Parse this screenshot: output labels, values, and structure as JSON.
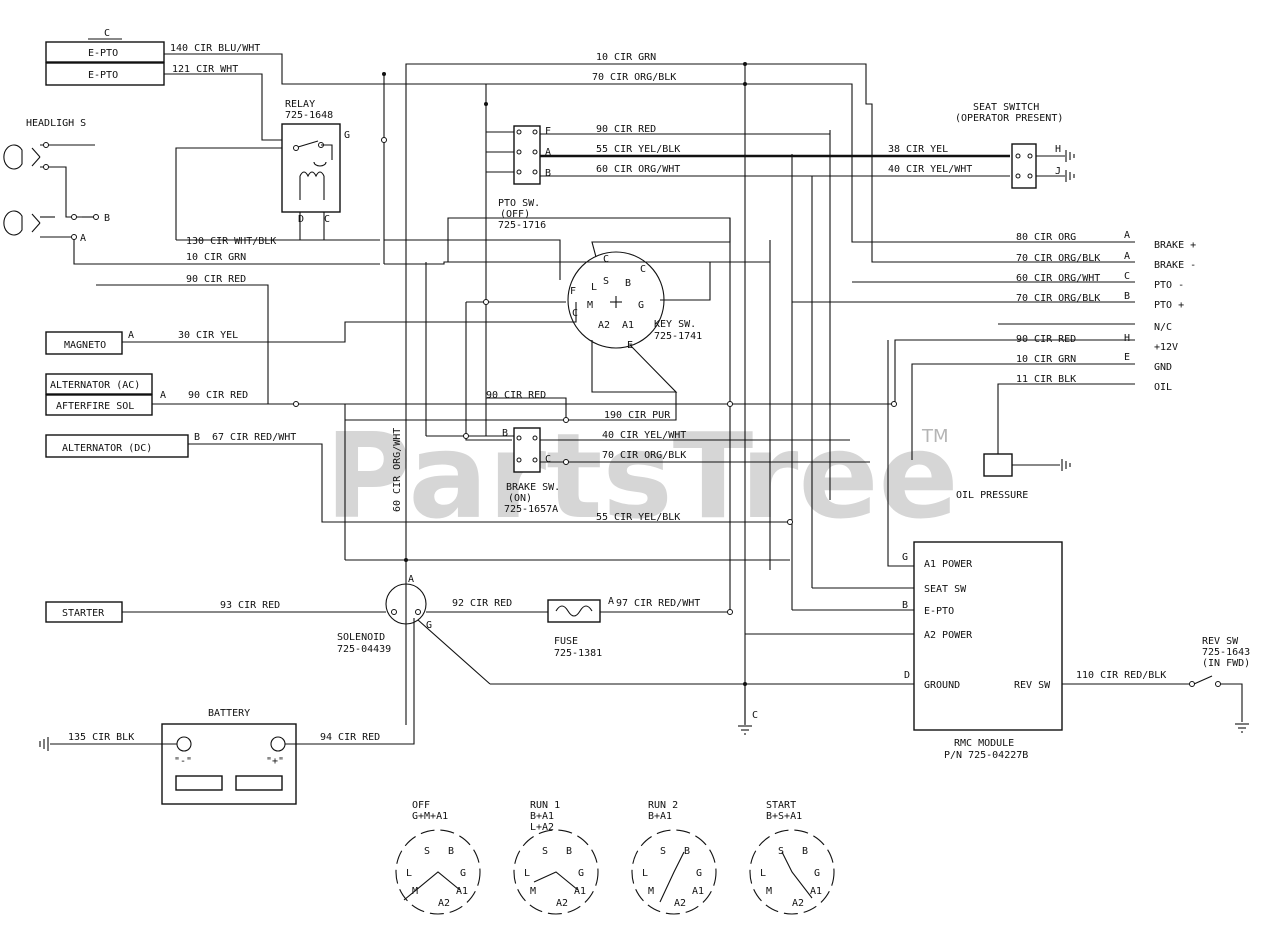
{
  "watermark": {
    "text": "PartsTree",
    "trademark": "TM"
  },
  "blocks": {
    "top_c": "C",
    "epto_1": "E-PTO",
    "epto_2": "E-PTO",
    "headlights": "HEADLIGH S",
    "magneto": "MAGNETO",
    "alt_ac": "ALTERNATOR (AC)",
    "afterfire": "AFTERFIRE SOL",
    "alt_dc": "ALTERNATOR (DC)",
    "starter": "STARTER",
    "battery": "BATTERY",
    "battery_neg": "\"-\"",
    "battery_pos": "\"+\"",
    "oil_pressure": "OIL PRESSURE"
  },
  "components": {
    "relay_name": "RELAY",
    "relay_pn": "725-1648",
    "relay_g": "G",
    "relay_d": "D",
    "relay_c": "C",
    "pto_sw_name": "PTO SW.",
    "pto_sw_state": "(OFF)",
    "pto_sw_pn": "725-1716",
    "key_sw_name": "KEY SW.",
    "key_sw_pn": "725-1741",
    "brake_sw_name": "BRAKE SW.",
    "brake_sw_state": "(ON)",
    "brake_sw_pn": "725-1657A",
    "seat_sw_name": "SEAT SWITCH",
    "seat_sw_state": "(OPERATOR PRESENT)",
    "solenoid_name": "SOLENOID",
    "solenoid_pn": "725-04439",
    "fuse_name": "FUSE",
    "fuse_pn": "725-1381",
    "rmc_name": "RMC MODULE",
    "rmc_pn": "P/N 725-04227B",
    "rev_sw_name": "REV SW",
    "rev_sw_pn": "725-1643",
    "rev_sw_state": "(IN FWD)"
  },
  "wires": {
    "w140": "140 CIR BLU/WHT",
    "w121": "121 CIR WHT",
    "w10_top": "10 CIR GRN",
    "w70_top": "70 CIR ORG/BLK",
    "w90_pto": "90 CIR RED",
    "w55_pto": "55 CIR YEL/BLK",
    "w60_pto": "60 CIR ORG/WHT",
    "w38": "38 CIR YEL",
    "w40_seat": "40 CIR YEL/WHT",
    "w130": "130 CIR WHT/BLK",
    "w10_mid": "10 CIR GRN",
    "w90_left": "90 CIR RED",
    "w30": "30 CIR YEL",
    "w90_alt": "90 CIR RED",
    "w67": "67 CIR RED/WHT",
    "w60_vert": "60 CIR ORG/WHT",
    "w90_brake": "90 CIR RED",
    "w190": "190 CIR PUR",
    "w40_brake": "40 CIR YEL/WHT",
    "w70_brake": "70 CIR ORG/BLK",
    "w55_bottom": "55 CIR YEL/BLK",
    "w93": "93 CIR RED",
    "w92": "92 CIR RED",
    "w97": "97 CIR RED/WHT",
    "w135": "135 CIR BLK",
    "w94": "94 CIR RED",
    "w110": "110 CIR RED/BLK",
    "r80": "80 CIR ORG",
    "r70a": "70 CIR ORG/BLK",
    "r60": "60 CIR ORG/WHT",
    "r70b": "70 CIR ORG/BLK",
    "r90": "90 CIR RED",
    "r10": "10 CIR GRN",
    "r11": "11 CIR BLK"
  },
  "connector": {
    "pins": [
      "A",
      "A",
      "C",
      "B",
      "H",
      "E"
    ],
    "labels": [
      "BRAKE +",
      "BRAKE -",
      "PTO -",
      "PTO +",
      "N/C",
      "+12V",
      "GND",
      "OIL"
    ]
  },
  "rmc_pins": [
    "A1 POWER",
    "SEAT SW",
    "E-PTO",
    "A2 POWER",
    "GROUND",
    "REV SW"
  ],
  "rmc_letters": [
    "G",
    "B",
    "D"
  ],
  "key_positions": [
    {
      "title": "OFF",
      "sub1": "G+M+A1",
      "sub2": ""
    },
    {
      "title": "RUN 1",
      "sub1": "B+A1",
      "sub2": "L+A2"
    },
    {
      "title": "RUN 2",
      "sub1": "B+A1",
      "sub2": ""
    },
    {
      "title": "START",
      "sub1": "B+S+A1",
      "sub2": ""
    }
  ],
  "key_terminals": [
    "S",
    "B",
    "G",
    "A1",
    "A2",
    "M",
    "L"
  ],
  "key_sw_terminals": [
    "S",
    "C",
    "L",
    "B",
    "F",
    "M",
    "G",
    "C",
    "A2",
    "A1",
    "E"
  ],
  "pin_letters": {
    "pto_f": "F",
    "pto_a": "A",
    "pto_b": "B",
    "brake_b": "B",
    "brake_c": "C",
    "seat_h": "H",
    "seat_j": "J",
    "mag_a": "A",
    "alt_a": "A",
    "altdc_b": "B",
    "hl_b": "B",
    "hl_a": "A",
    "sol_a": "A",
    "sol_g": "G",
    "fuse_a": "A",
    "gnd_c": "C"
  }
}
